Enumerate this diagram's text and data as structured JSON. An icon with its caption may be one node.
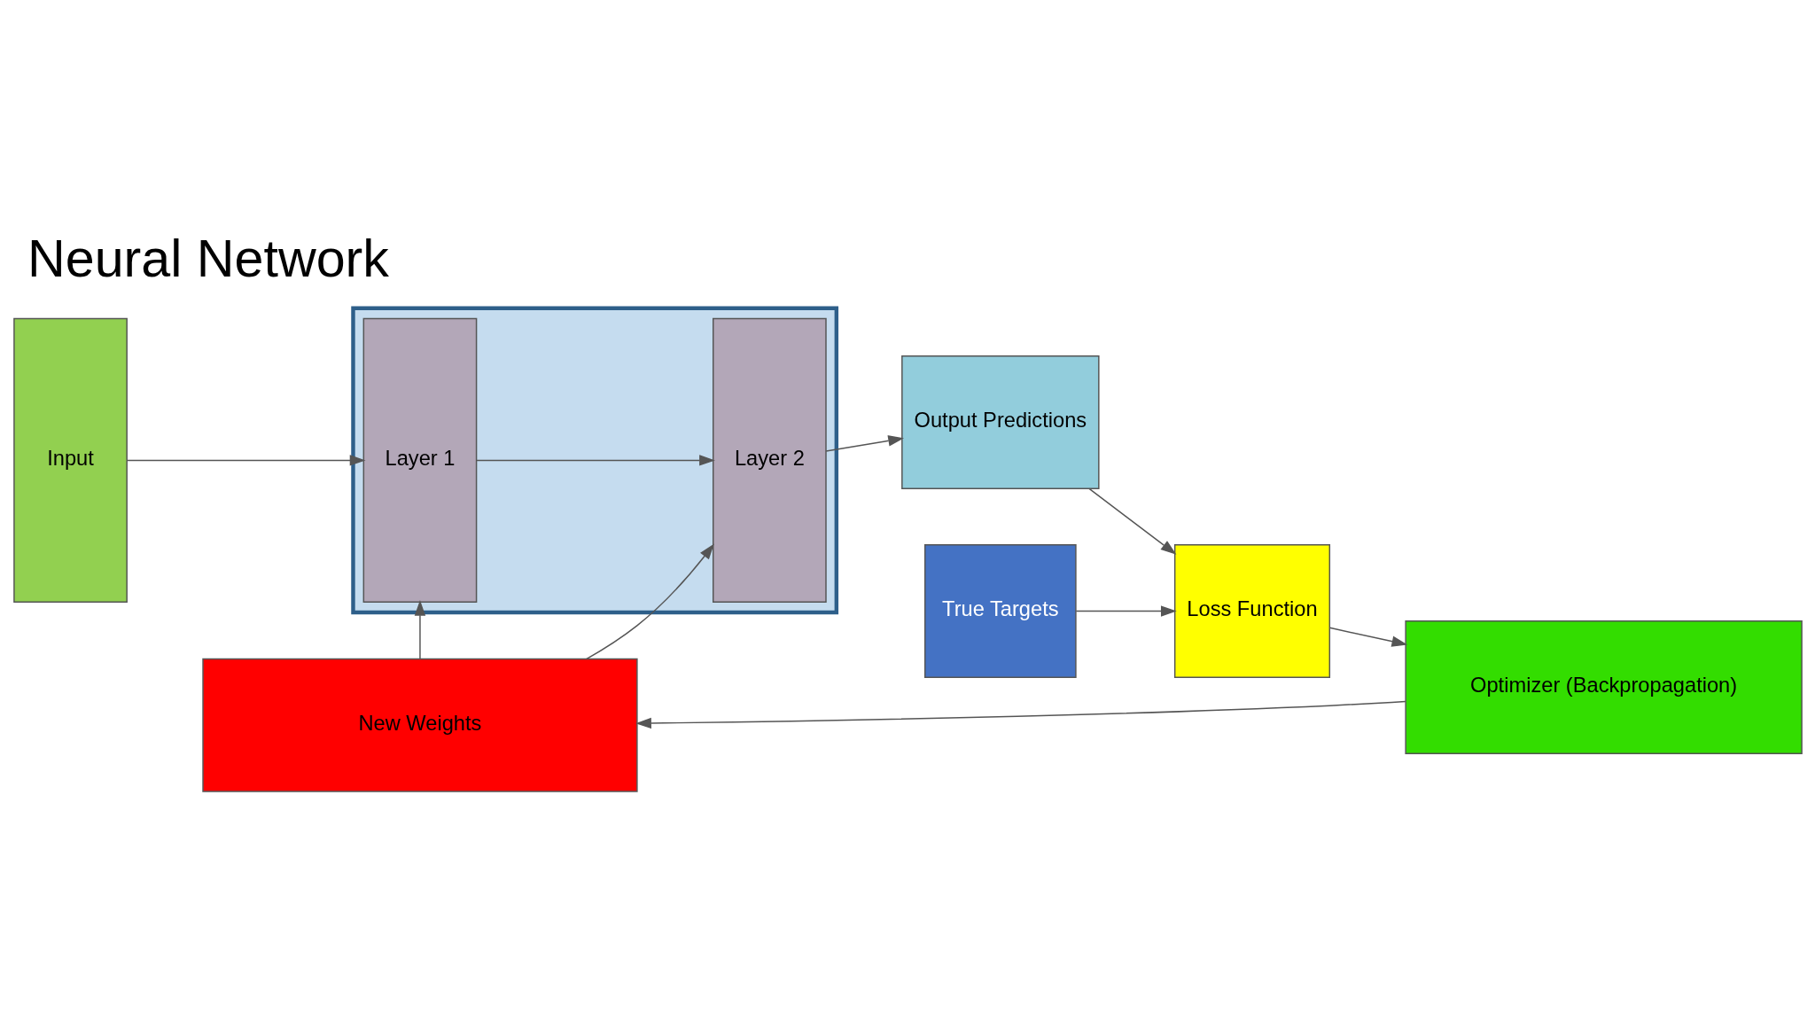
{
  "diagram": {
    "title": "Neural Network",
    "nodes": [
      {
        "text": [
          "Input"
        ]
      },
      {
        "text": [],
        "shape": "box"
      },
      {
        "text": [
          "Layer 1"
        ],
        "in": 1
      },
      {
        "text": [
          "Layer 2"
        ],
        "in": 1
      },
      {
        "text": [
          "Output Predictions"
        ]
      },
      {
        "text": [
          "True Targets"
        ]
      },
      {
        "text": [
          "Loss Function"
        ]
      },
      {
        "text": [
          "Optimizer (Backpropagation)"
        ]
      },
      {
        "text": [
          "New Weights"
        ]
      }
    ],
    "edges": [
      {
        "from": 0,
        "to": 2,
        "arrow": "to"
      },
      {
        "from": 2,
        "to": 3,
        "arrow": "to"
      },
      {
        "from": 3,
        "to": 4,
        "arrow": "to"
      },
      {
        "from": 4,
        "to": 6,
        "arrow": "to"
      },
      {
        "from": 5,
        "to": 6,
        "arrow": "to"
      },
      {
        "from": 6,
        "to": 7,
        "arrow": "to"
      },
      {
        "from": 7,
        "to": 8,
        "arrow": "to"
      },
      {
        "from": 8,
        "to": 2,
        "arrow": "to"
      },
      {
        "from": 8,
        "to": 3,
        "arrow": "to"
      }
    ]
  }
}
